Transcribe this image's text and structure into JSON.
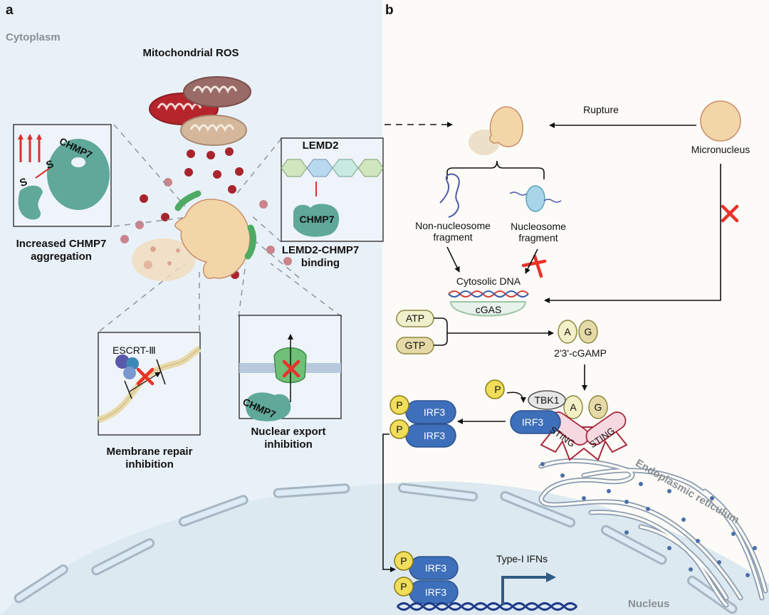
{
  "panel_a": {
    "letter": "a",
    "region_label": "Cytoplasm",
    "mito_title": "Mitochondrial ROS",
    "inset_aggregation": {
      "protein": "CHMP7",
      "s_labels": [
        "S",
        "S"
      ],
      "caption_line1": "Increased CHMP7",
      "caption_line2": "aggregation"
    },
    "inset_lemd2": {
      "title": "LEMD2",
      "protein": "CHMP7",
      "caption_line1": "LEMD2-CHMP7",
      "caption_line2": "binding"
    },
    "inset_membrane": {
      "complex": "ESCRT-Ⅲ",
      "caption_line1": "Membrane repair",
      "caption_line2": "inhibition"
    },
    "inset_export": {
      "protein": "CHMP7",
      "caption_line1": "Nuclear export",
      "caption_line2": "inhibition"
    }
  },
  "panel_b": {
    "letter": "b",
    "rupture_label": "Rupture",
    "micronucleus_label": "Micronucleus",
    "non_nucleosome_line1": "Non-nucleosome",
    "non_nucleosome_line2": "fragment",
    "nucleosome_line1": "Nucleosome",
    "nucleosome_line2": "fragment",
    "cytosolic_dna": "Cytosolic DNA",
    "cgas": "cGAS",
    "atp": "ATP",
    "gtp": "GTP",
    "cgamp_a": "A",
    "cgamp_g": "G",
    "cgamp_label": "2'3'-cGAMP",
    "phospho": "P",
    "tbk1": "TBK1",
    "irf3": "IRF3",
    "sting": "STING",
    "er_label": "Endoplasmic reticulum",
    "type1_ifn": "Type-I IFNs",
    "nucleus_label": "Nucleus"
  },
  "colors": {
    "panel_a_bg": "#e9f1f8",
    "panel_b_bg": "#fcfbf7",
    "nucleus_bg": "#dde9f1",
    "chmp7": "#5fa89a",
    "irf3": "#3e6fba",
    "phospho": "#f0dd5a",
    "inhibit_x": "#e8322a",
    "ros": "#a8252e",
    "nucleus_body": "#f3d6a8"
  }
}
